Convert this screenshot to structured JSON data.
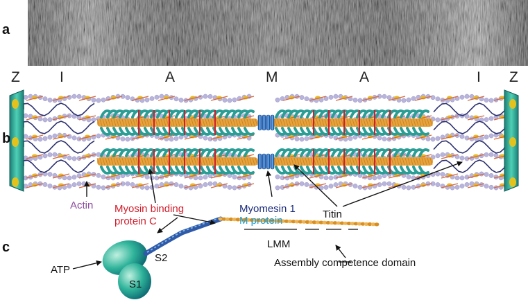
{
  "panels": {
    "a": "a",
    "b": "b",
    "c": "c"
  },
  "bands": {
    "z_left": "Z",
    "i_left": "I",
    "a_left": "A",
    "m": "M",
    "a_right": "A",
    "i_right": "I",
    "z_right": "Z"
  },
  "labels": {
    "actin": "Actin",
    "mybpc_line1": "Myosin binding",
    "mybpc_line2": "protein C",
    "myomesin": "Myomesin 1",
    "m_protein": "M protein",
    "titin": "Titin",
    "lmm": "LMM",
    "s2": "S2",
    "s1": "S1",
    "atp": "ATP",
    "assembly": "Assembly competence domain"
  },
  "colors": {
    "actin": "#8b4aa0",
    "mybpc": "#d21e2c",
    "myomesin": "#1c2d7a",
    "m_protein": "#1a9fd6",
    "text": "#111111",
    "z_disc": "#2aa896",
    "thick_filament": "#e8a23c",
    "myosin_head": "#2a9d95",
    "titin_line": "#2a2f6e",
    "actin_bead": "#b9b4dc"
  }
}
